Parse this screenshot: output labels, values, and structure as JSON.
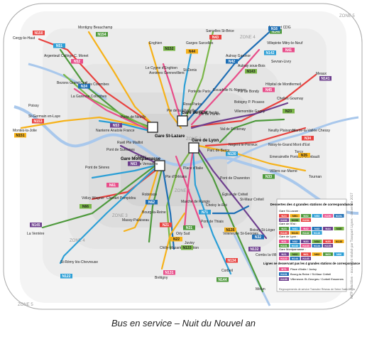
{
  "caption": "Bus en service – Nuit du Nouvel an",
  "credit": "RATP / Noctilien – document réalisé par Transport Lignes – décembre 2017",
  "zones": [
    "ZONE 1",
    "ZONE 2",
    "ZONE 3",
    "ZONE 4",
    "ZONE 5"
  ],
  "colors": {
    "outer_rect": "#a8a8a8",
    "zone_bg": "#f1f1f1",
    "zone_inner": "#e7e7e7",
    "zone_core": "#dcdcdc",
    "water": "#a9c8ec",
    "station": "#ffffff"
  },
  "hubs": [
    {
      "name": "Gare St-Lazare",
      "label": "Gare\nSt-Lazare"
    },
    {
      "name": "Gare de l'Est",
      "label": "Gare\nde l'Est"
    },
    {
      "name": "Gare de Lyon",
      "label": "Gare\nde Lyon"
    },
    {
      "name": "Gare Montparnasse",
      "label": "Gare\nMontparnasse"
    }
  ],
  "stops": [
    "Cergy-le-Haut",
    "Montigny Beauchamp",
    "Sarcelles St-Brice",
    "Aéroport CDG",
    "Villepinte Mitry-le-Neuf",
    "Sevran-Livry",
    "Argenteuil Collège C. Monet",
    "Enghien",
    "Garges Sarcelles",
    "Aulnay Garonor",
    "Aulnay sous-Bois",
    "Meaux",
    "Bezons Grand Cerf",
    "Le Cygne d'Enghien",
    "Asnières Gennevilliers",
    "St-Denis",
    "Porte de Paris",
    "Escadrille N.-Niemen",
    "Pte de Bondy",
    "Hôpital de Montfermeil",
    "Bois Colombes",
    "La Garenne Colombes",
    "Rosa Parks",
    "Pte de Pantin",
    "Bobigny P. Picasso",
    "Villemomble Gagny",
    "Chelles Gournay",
    "Poissy",
    "St-Germain en-Laye",
    "Montes-la-Jolie",
    "Nanterre Anatole France",
    "Rueil Pte Maillot",
    "Porte de Neuilly",
    "Pont de Suresnes",
    "Pte de la Chapelle",
    "Pte de Pantin",
    "Val de Fontenay",
    "Neuilly Plaisance",
    "Marne-la-Vallée Chessy",
    "Noisy-le-Grand Mont d'Est",
    "Torcy",
    "Emerainville Pontault-Combault",
    "Villiers sur-Marne",
    "Tournan",
    "Pont de Sèvres",
    "Pte de Versailles",
    "Pte d'Orléans",
    "Place d'Italie",
    "Parc de Bercy",
    "Nogent le-Perreux",
    "Pont de Charenton",
    "Chatou",
    "Vélizy Wagner",
    "Clamart Pompidou",
    "Robinson",
    "Bourg-la-Reine",
    "Marché de Rungis",
    "Choisy le-Roi",
    "Église de Créteil",
    "St-Maur Créteil",
    "La Verrière",
    "Massy-Palaiseau",
    "Orly Sud",
    "Juvisy",
    "Pont de Thiais",
    "Villeneuve St-Georges",
    "Boissy St-Léger",
    "Chilly-Mazarin Libération",
    "St-Rémy lès-Chevreuse",
    "Brétigny",
    "Corbeil",
    "Combs la-Ville",
    "Melun"
  ],
  "route_labels": [
    "N150",
    "N151",
    "N154",
    "N51",
    "N52",
    "N24",
    "N53",
    "N152",
    "N43",
    "N44",
    "N140",
    "N142",
    "N41",
    "N42",
    "N141",
    "N143",
    "N34",
    "N35",
    "N33",
    "N130",
    "N61",
    "N62",
    "N63",
    "N66",
    "N21",
    "N22",
    "N31",
    "N122",
    "N131",
    "N32",
    "N132",
    "N133",
    "N134",
    "N135",
    "N144",
    "N71",
    "N45",
    "N16",
    "N145",
    "N23",
    "N153"
  ],
  "legend": {
    "title": "Dessertes des 4 grandes stations de correspondance",
    "groups": [
      {
        "title": "Gare St-Lazare :",
        "lines": [
          "N24",
          "N51",
          "N52",
          "N53",
          "N150",
          "N151",
          "N152",
          "N153",
          "N154"
        ]
      },
      {
        "title": "Gare de l'Est :",
        "lines": [
          "N23",
          "N41",
          "N42",
          "N43",
          "N44",
          "N45",
          "N140",
          "N141",
          "N142",
          "N143"
        ]
      },
      {
        "title": "Gare de Lyon :",
        "lines": [
          "N31",
          "N32",
          "N33",
          "N34",
          "N35",
          "N130",
          "N131",
          "N132",
          "N133",
          "N134",
          "N135"
        ]
      },
      {
        "title": "Gare Montparnasse :",
        "lines": [
          "N21",
          "N22",
          "N61",
          "N62",
          "N63",
          "N66",
          "N122",
          "N144",
          "N145"
        ]
      }
    ],
    "other_title": "Lignes ne desservant pas les 4 grandes stations de correspondance",
    "other_lines": [
      {
        "id": "N71",
        "label": "Place d'Italie / Juvisy"
      },
      {
        "id": "N131",
        "label": "Bourg-la-Reine / St-Maur Créteil"
      },
      {
        "id": "N135",
        "label": "Villeneuve-St-Georges / Corbeil Essonnes"
      }
    ],
    "note": "Regroupements de service Transdev Réseau de Seine Saint-Denis"
  }
}
